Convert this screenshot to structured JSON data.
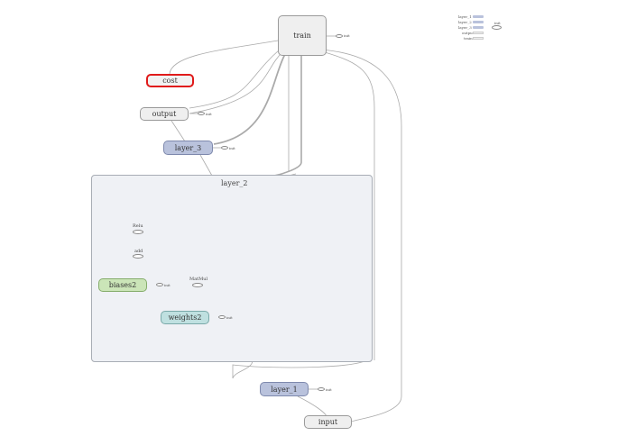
{
  "graph": {
    "nodes": {
      "train": "train",
      "cost": "cost",
      "output": "output",
      "layer_3": "layer_3",
      "layer_2": "layer_2",
      "biases2": "biases2",
      "weights2": "weights2",
      "layer_1": "layer_1",
      "input": "input"
    },
    "ops": {
      "relu": "Relu",
      "add": "add",
      "matmul": "MatMul"
    },
    "aux_label": "init"
  },
  "minimap": {
    "items": [
      "layer_1",
      "layer_2",
      "layer_3",
      "output",
      "train"
    ],
    "init": "init"
  },
  "colors": {
    "selected_border": "#e01a1a",
    "metanode_fill": "#b9c2dc",
    "variable_fill": "#cbe5b8",
    "weights_fill": "#bfe0e0"
  }
}
